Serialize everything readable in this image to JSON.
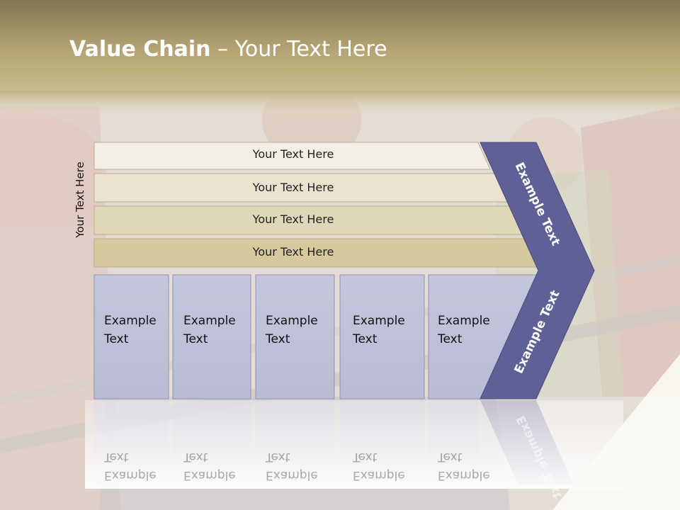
{
  "slide": {
    "title_bold": "Value Chain",
    "title_rest": " – Your Text Here",
    "side_label": "Your Text Here"
  },
  "ribbons": [
    {
      "label": "Your Text Here",
      "fill": "#f3efe6"
    },
    {
      "label": "Your Text Here",
      "fill": "#ebe3cf"
    },
    {
      "label": "Your Text Here",
      "fill": "#e0d6b8"
    },
    {
      "label": "Your Text Here",
      "fill": "#d7c99e"
    }
  ],
  "boxes": [
    {
      "line1": "Example",
      "line2": "Text"
    },
    {
      "line1": "Example",
      "line2": "Text"
    },
    {
      "line1": "Example",
      "line2": "Text"
    },
    {
      "line1": "Example",
      "line2": "Text"
    },
    {
      "line1": "Example",
      "line2": "Text"
    }
  ],
  "chevron": {
    "upper_label": "Example Text",
    "lower_label": "Example Text",
    "reflection_label": "Example Text"
  },
  "colors": {
    "header": "#b0a06e",
    "chevron": "#5e6096",
    "box": "#bfc2d8",
    "background": "#efece6"
  }
}
